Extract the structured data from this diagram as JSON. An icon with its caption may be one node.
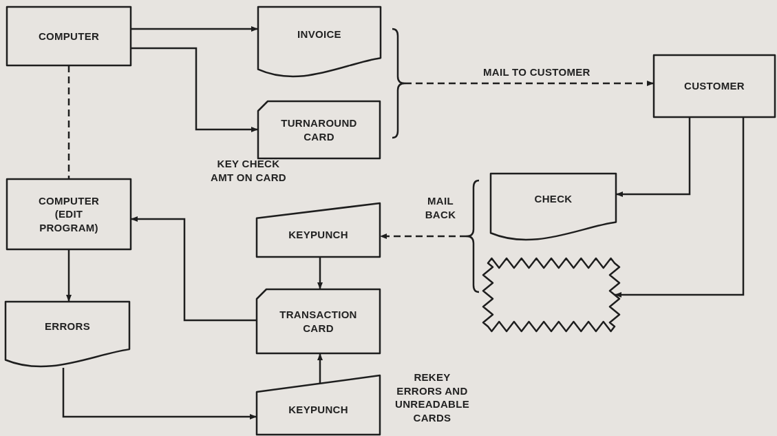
{
  "diagram": {
    "nodes": [
      {
        "text": [
          "COMPUTER"
        ]
      },
      {
        "text": [
          "INVOICE"
        ]
      },
      {
        "text": [
          "TURNAROUND CARD"
        ]
      },
      {
        "text": [
          "CUSTOMER"
        ]
      },
      {
        "text": [
          "COMPUTER (EDIT PROGRAM)"
        ]
      },
      {
        "text": [
          "CHECK"
        ]
      },
      {
        "text": [],
        "shape": "box"
      },
      {
        "text": [
          "KEYPUNCH"
        ]
      },
      {
        "text": [
          "TRANSACTION CARD"
        ]
      },
      {
        "text": [
          "ERRORS"
        ]
      },
      {
        "text": [
          "KEYPUNCH"
        ]
      },
      {
        "text": [],
        "shape": "bracket"
      },
      {
        "text": [],
        "shape": "bracket"
      }
    ],
    "edges": [
      {
        "from": 0,
        "to": 1,
        "arrow": "to"
      },
      {
        "from": 0,
        "to": 2,
        "arrow": "to"
      },
      {
        "from": 0,
        "to": 4,
        "arrow": "none",
        "style": "dashed"
      },
      {
        "from": 11,
        "to": 3,
        "arrow": "to",
        "style": "dashed",
        "label": "MAIL TO CUSTOMER"
      },
      {
        "from": 3,
        "to": 5,
        "arrow": "to"
      },
      {
        "from": 3,
        "to": 6,
        "arrow": "to"
      },
      {
        "from": 12,
        "to": 7,
        "arrow": "to",
        "style": "dashed",
        "label": "MAIL BACK"
      },
      {
        "from": 7,
        "to": 8,
        "arrow": "to"
      },
      {
        "from": 8,
        "to": 4,
        "arrow": "to"
      },
      {
        "from": 4,
        "to": 9,
        "arrow": "to"
      },
      {
        "from": 9,
        "to": 10,
        "arrow": "to"
      },
      {
        "from": 10,
        "to": 8,
        "arrow": "to"
      }
    ],
    "labels": [
      "KEY CHECK AMT ON CARD",
      "REKEY ERRORS AND UNREADABLE CARDS"
    ]
  }
}
